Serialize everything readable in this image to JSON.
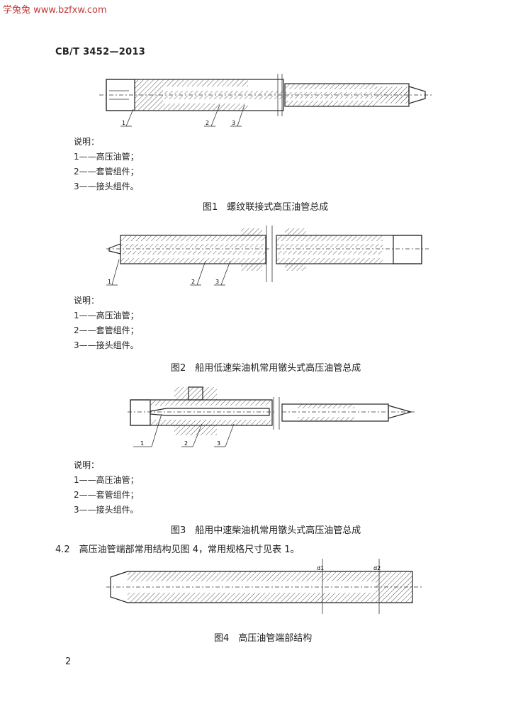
{
  "watermark": "学兔兔 www.bzfxw.com",
  "standard_number": "CB/T 3452—2013",
  "legend_title": "说明：",
  "figures": [
    {
      "caption": "图1　螺纹联接式高压油管总成",
      "legend": [
        "1——高压油管；",
        "2——套管组件；",
        "3——接头组件。"
      ],
      "callouts": [
        "1",
        "2",
        "3"
      ]
    },
    {
      "caption": "图2　船用低速柴油机常用镦头式高压油管总成",
      "legend": [
        "1——高压油管；",
        "2——套管组件；",
        "3——接头组件。"
      ],
      "callouts": [
        "1",
        "2",
        "3"
      ]
    },
    {
      "caption": "图3　船用中速柴油机常用镦头式高压油管总成",
      "legend": [
        "1——高压油管；",
        "2——套管组件；",
        "3——接头组件。"
      ],
      "callouts": [
        "1",
        "2",
        "3"
      ]
    },
    {
      "caption": "图4　高压油管端部结构",
      "legend": [],
      "callouts": [
        "d1",
        "d2"
      ]
    }
  ],
  "paragraph_4_2": "4.2　高压油管端部常用结构见图 4，常用规格尺寸见表 1。",
  "page_number": "2"
}
